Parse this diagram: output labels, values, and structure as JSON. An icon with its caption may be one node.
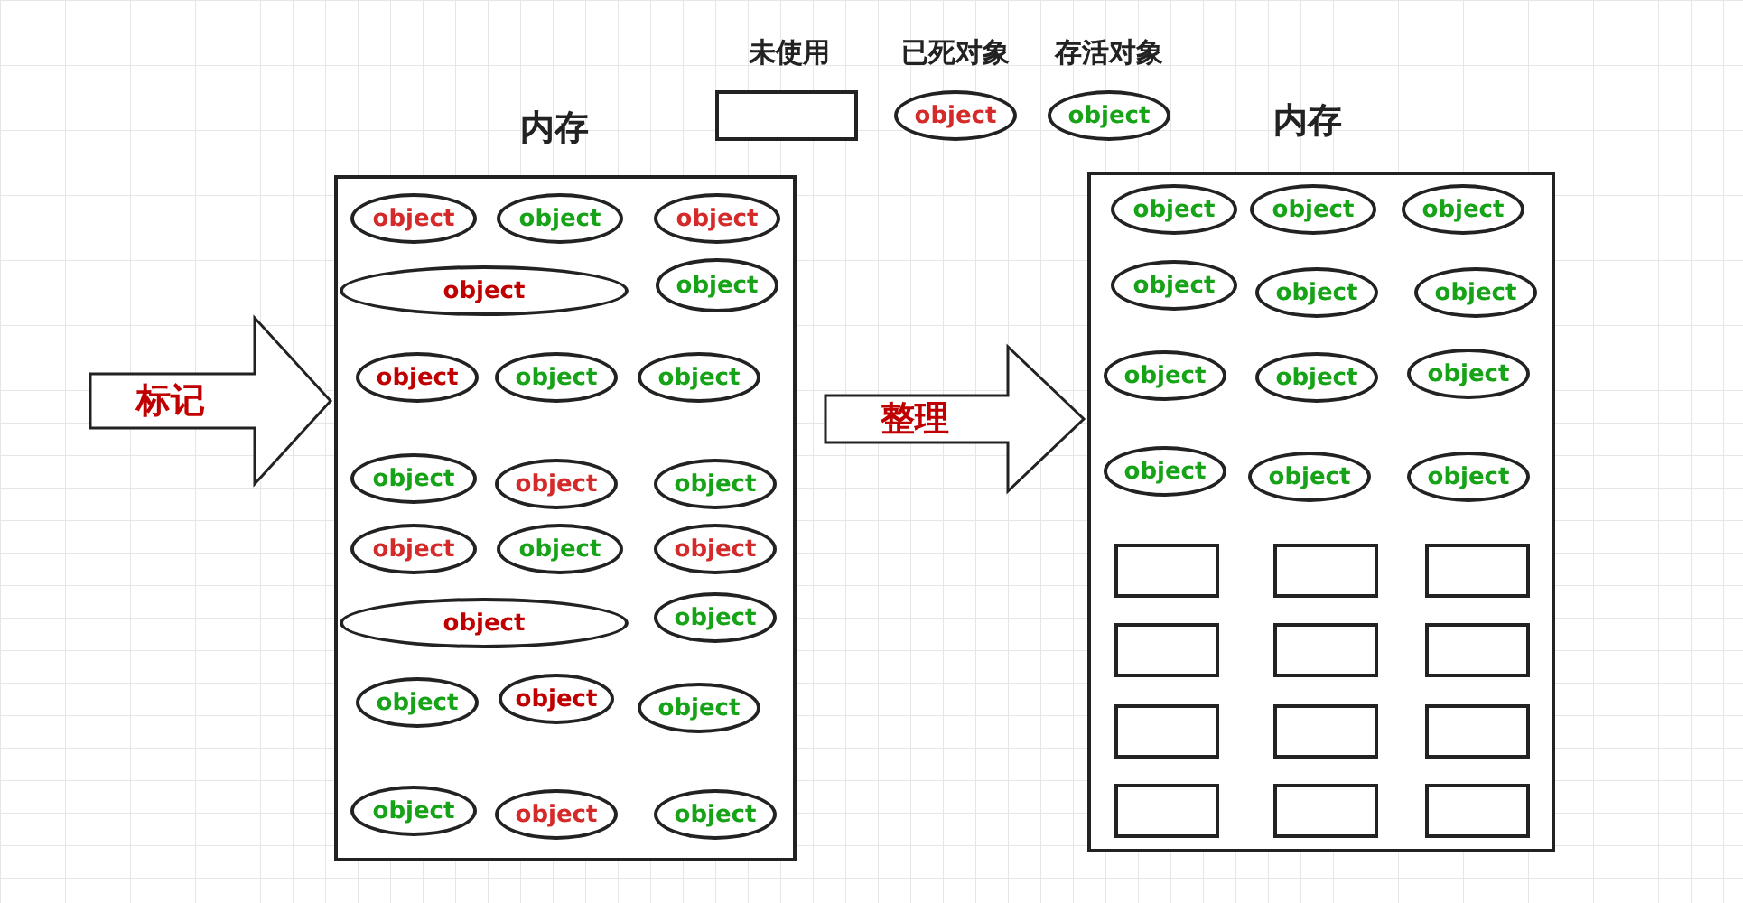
{
  "diagram": {
    "nodes": [
      {
        "text": [
          "内存"
        ]
      },
      {
        "text": [
          "object"
        ],
        "in": 0
      },
      {
        "text": [
          "object"
        ],
        "in": 0
      },
      {
        "text": [
          "object"
        ],
        "in": 0
      },
      {
        "text": [
          "object"
        ],
        "in": 0
      },
      {
        "text": [
          "object"
        ],
        "in": 0
      },
      {
        "text": [
          "object"
        ],
        "in": 0
      },
      {
        "text": [
          "object"
        ],
        "in": 0
      },
      {
        "text": [
          "object"
        ],
        "in": 0
      },
      {
        "text": [
          "object"
        ],
        "in": 0
      },
      {
        "text": [
          "object"
        ],
        "in": 0
      },
      {
        "text": [
          "object"
        ],
        "in": 0
      },
      {
        "text": [
          "object"
        ],
        "in": 0
      },
      {
        "text": [
          "object"
        ],
        "in": 0
      },
      {
        "text": [
          "object"
        ],
        "in": 0
      },
      {
        "text": [
          "object"
        ],
        "in": 0
      },
      {
        "text": [
          "object"
        ],
        "in": 0
      },
      {
        "text": [
          "object"
        ],
        "in": 0
      },
      {
        "text": [
          "object"
        ],
        "in": 0
      },
      {
        "text": [
          "object"
        ],
        "in": 0
      },
      {
        "text": [
          "object"
        ],
        "in": 0
      },
      {
        "text": [
          "object"
        ],
        "in": 0
      },
      {
        "text": [
          "object"
        ],
        "in": 0
      },
      {
        "text": [
          "内存"
        ]
      },
      {
        "text": [
          "object"
        ],
        "in": 23
      },
      {
        "text": [
          "object"
        ],
        "in": 23
      },
      {
        "text": [
          "object"
        ],
        "in": 23
      },
      {
        "text": [
          "object"
        ],
        "in": 23
      },
      {
        "text": [
          "object"
        ],
        "in": 23
      },
      {
        "text": [
          "object"
        ],
        "in": 23
      },
      {
        "text": [
          "object"
        ],
        "in": 23
      },
      {
        "text": [
          "object"
        ],
        "in": 23
      },
      {
        "text": [
          "object"
        ],
        "in": 23
      },
      {
        "text": [
          "object"
        ],
        "in": 23
      },
      {
        "text": [
          "object"
        ],
        "in": 23
      },
      {
        "text": [
          "object"
        ],
        "in": 23
      },
      {
        "text": [],
        "shape": "box",
        "in": 23
      },
      {
        "text": [],
        "shape": "box",
        "in": 23
      },
      {
        "text": [],
        "shape": "box",
        "in": 23
      },
      {
        "text": [],
        "shape": "box",
        "in": 23
      },
      {
        "text": [],
        "shape": "box",
        "in": 23
      },
      {
        "text": [],
        "shape": "box",
        "in": 23
      },
      {
        "text": [],
        "shape": "box",
        "in": 23
      },
      {
        "text": [],
        "shape": "box",
        "in": 23
      },
      {
        "text": [],
        "shape": "box",
        "in": 23
      },
      {
        "text": [],
        "shape": "box",
        "in": 23
      },
      {
        "text": [],
        "shape": "box",
        "in": 23
      },
      {
        "text": [],
        "shape": "box",
        "in": 23
      }
    ],
    "edges": [
      {
        "from": null,
        "to": 0,
        "arrow": "to",
        "label": "标记"
      },
      {
        "from": 0,
        "to": 23,
        "arrow": "to",
        "label": "整理"
      }
    ],
    "labels": [
      "object",
      "object"
    ],
    "legend": [
      {
        "text": "未使用"
      },
      {
        "text": "已死对象"
      },
      {
        "text": "存活对象"
      }
    ]
  }
}
